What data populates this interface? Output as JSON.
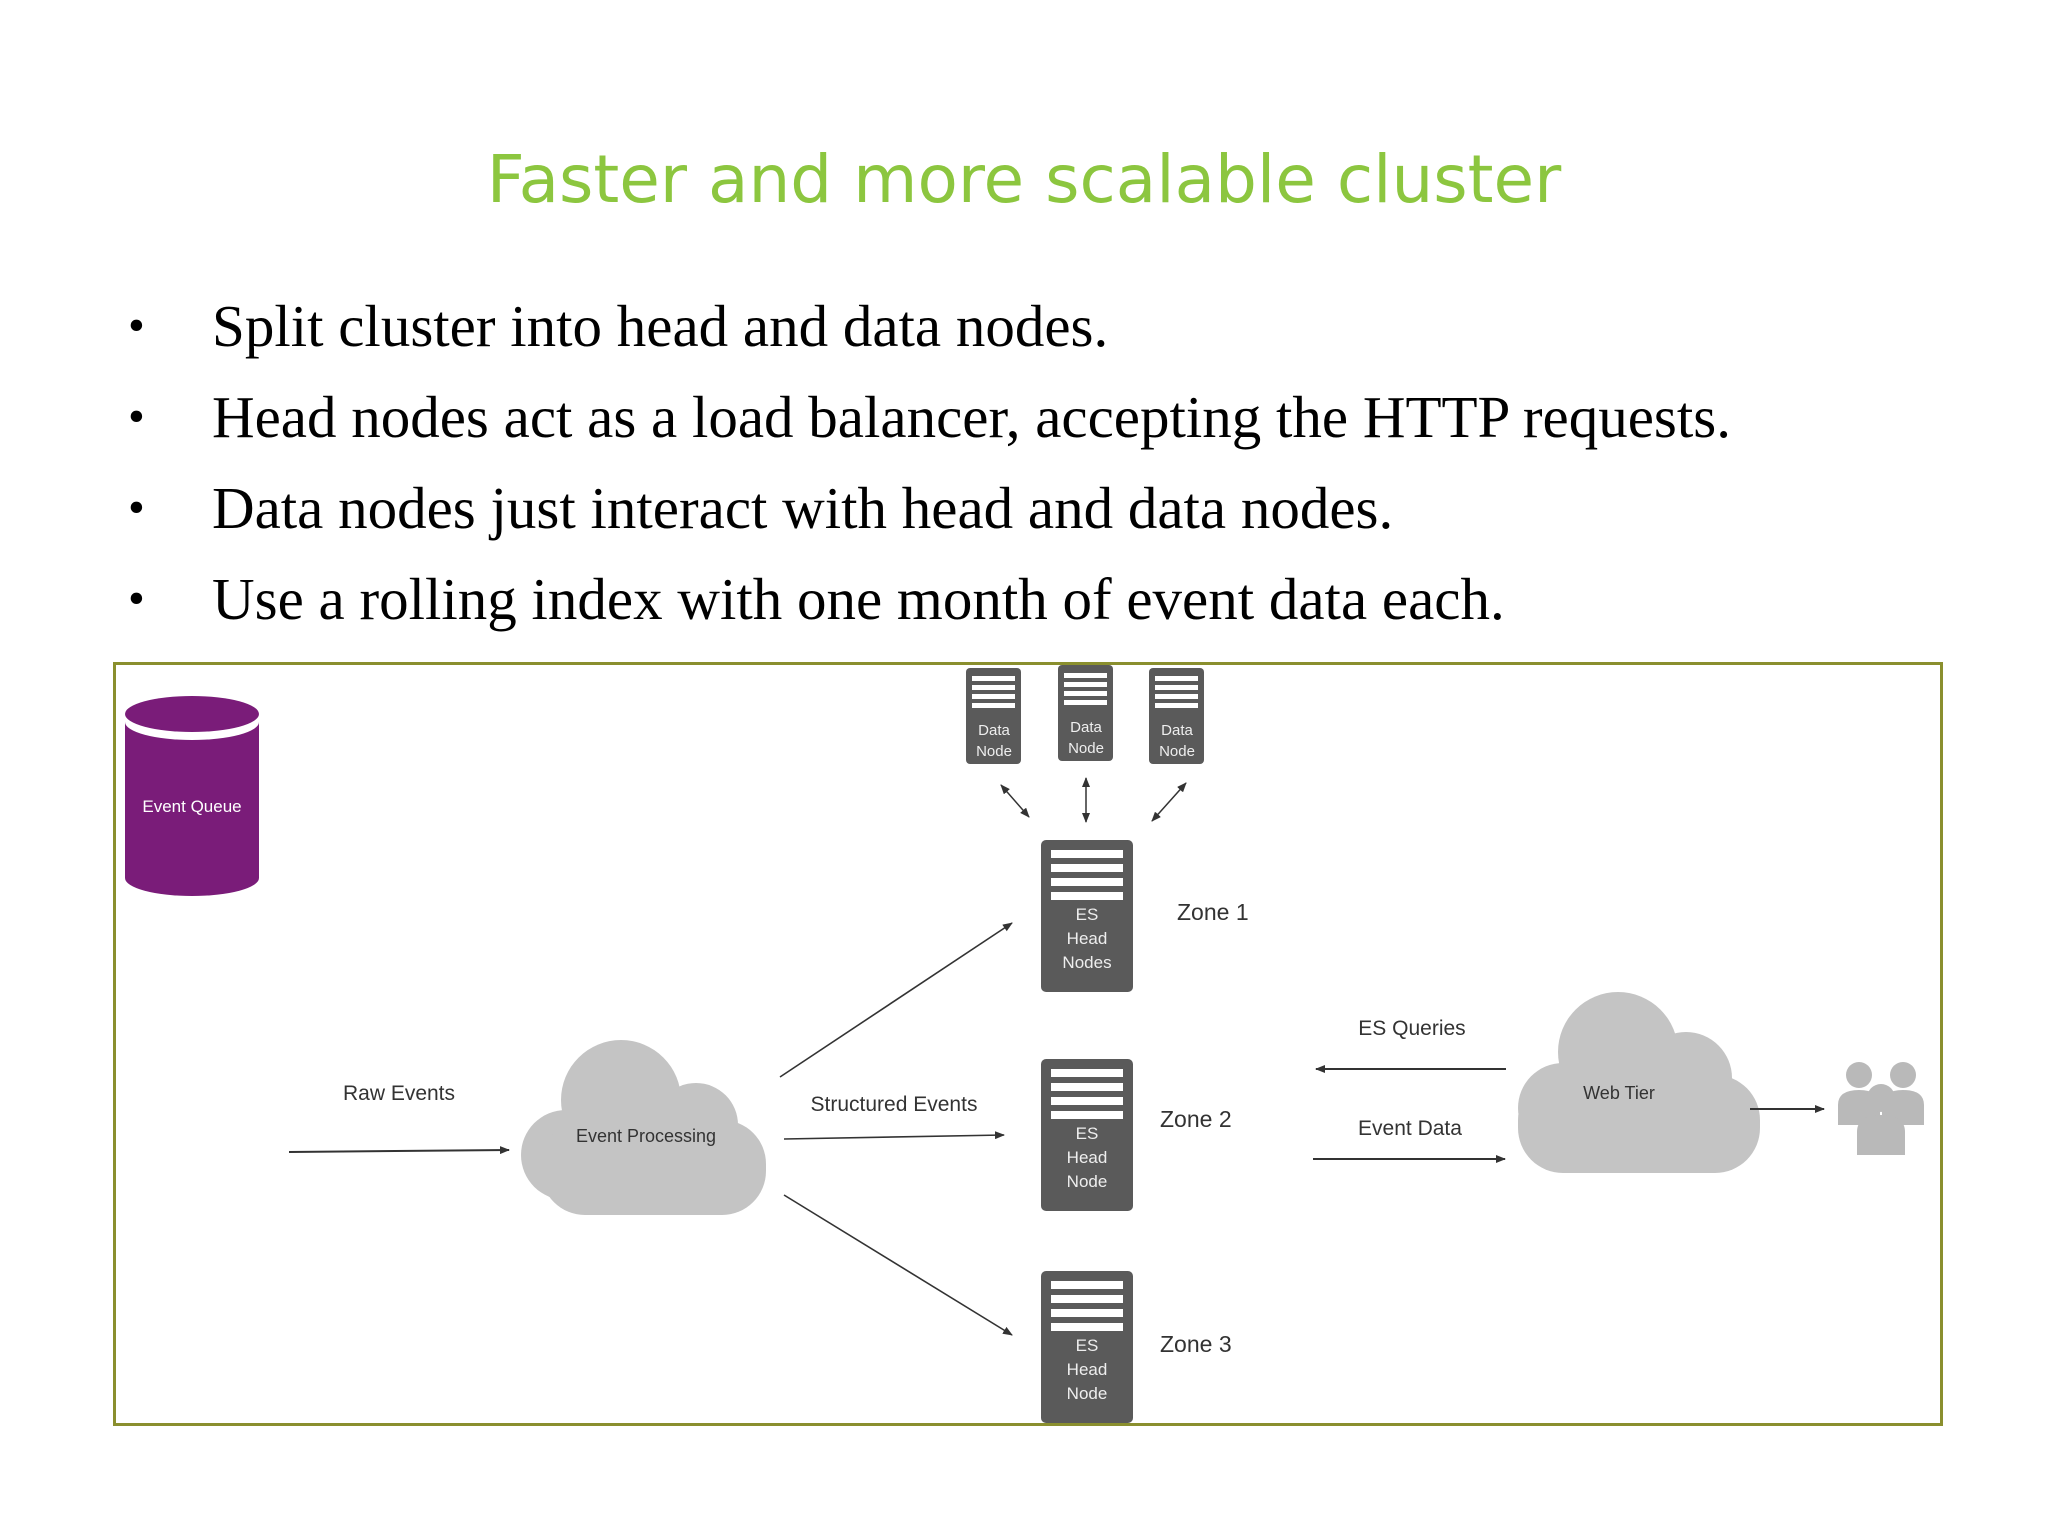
{
  "title": "Faster and more scalable cluster",
  "bullets": [
    "Split cluster into head and data nodes.",
    "Head nodes act as a load balancer, accepting the HTTP requests.",
    "Data nodes just interact with head and data nodes.",
    "Use a rolling index with one month of event data each."
  ],
  "bullet_symbol": "•",
  "diagram": {
    "event_queue": "Event Queue",
    "raw_events": "Raw Events",
    "event_processing": "Event Processing",
    "structured_events": "Structured Events",
    "data_node_line1": "Data",
    "data_node_line2": "Node",
    "head_zone1": [
      "ES",
      "Head",
      "Nodes"
    ],
    "head_zone2": [
      "ES",
      "Head",
      "Node"
    ],
    "head_zone3": [
      "ES",
      "Head",
      "Node"
    ],
    "zone1": "Zone 1",
    "zone2": "Zone 2",
    "zone3": "Zone 3",
    "es_queries": "ES Queries",
    "event_data": "Event Data",
    "web_tier": "Web Tier"
  },
  "colors": {
    "title": "#8cc63f",
    "frame_border": "#8a8f2e",
    "event_queue": "#7a1c79",
    "server": "#5a5a5a",
    "cloud": "#c4c4c4",
    "users": "#b9b9b9"
  }
}
